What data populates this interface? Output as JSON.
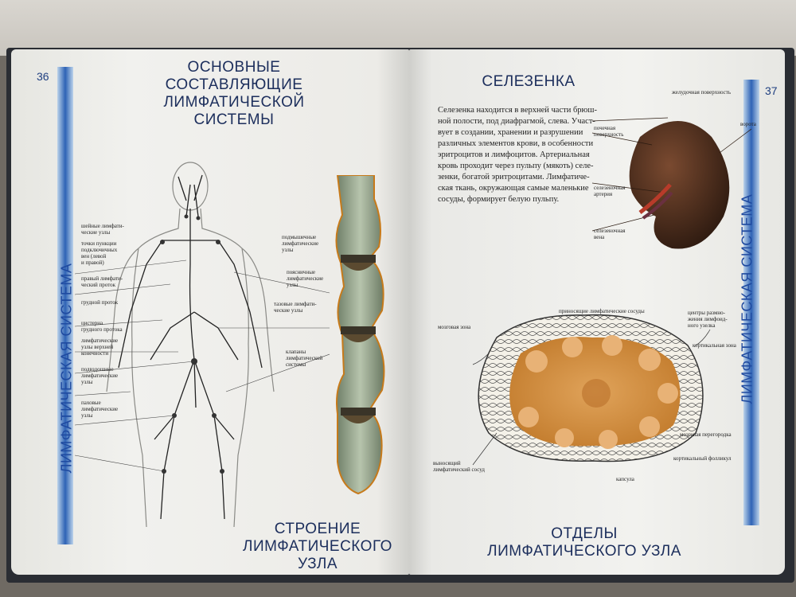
{
  "left_page": {
    "page_number": "36",
    "side_title": "ЛИМФАТИЧЕСКАЯ СИСТЕМА",
    "title_line1": "ОСНОВНЫЕ СОСТАВЛЯЮЩИЕ",
    "title_line2": "ЛИМФАТИЧЕСКОЙ СИСТЕМЫ",
    "figure_left_labels": [
      "шейные лимфати-",
      "ческие узлы",
      "точки пункции",
      "подключичных",
      "вен (левой",
      "и правой)",
      "правый лимфати-",
      "ческий проток",
      "грудной проток",
      "цистерна",
      "грудного протока",
      "лимфатические",
      "узлы верхней",
      "конечности",
      "подвздошные",
      "лимфатические",
      "узлы",
      "паховые",
      "лимфатические",
      "узлы"
    ],
    "figure_right_labels": [
      "подмышечные",
      "лимфатические",
      "узлы",
      "поясничные",
      "лимфатические",
      "узлы",
      "тазовые лимфати-",
      "ческие узлы",
      "клапаны",
      "лимфатической",
      "системы"
    ],
    "bottom_title_line1": "СТРОЕНИЕ",
    "bottom_title_line2": "ЛИМФАТИЧЕСКОГО УЗЛА"
  },
  "right_page": {
    "page_number": "37",
    "side_title": "ЛИМФАТИЧЕСКАЯ СИСТЕМА",
    "title": "СЕЛЕЗЕНКА",
    "body_lines": [
      "Селезенка находится в верхней части брюш-",
      "ной полости, под диафрагмой, слева. Участ-",
      "вует в создании, хранении и разрушении",
      "различных элементов крови, в особенности",
      "эритроцитов и лимфоцитов. Артериальная",
      "кровь проходит через пульпу (мякоть) селе-",
      "зенки, богатой эритроцитами. Лимфатиче-",
      "ская ткань, окружающая самые маленькие",
      "сосуды, формирует белую пульпу."
    ],
    "spleen_labels": {
      "gastric_surface": "желудочная поверхность",
      "renal_surface_1": "почечная",
      "renal_surface_2": "поверхность",
      "hilum": "ворота",
      "artery_1": "селезеночная",
      "artery_2": "артерия",
      "vein_1": "селезеночная",
      "vein_2": "вена"
    },
    "node_labels": {
      "afferent": "приносящие лимфатические сосуды",
      "centers_1": "центры размно-",
      "centers_2": "жения лимфоид-",
      "centers_3": "ного узелка",
      "medulla": "мозговая зона",
      "cortex": "кортикальная зона",
      "septa": "мозговая перегородка",
      "follicle": "кортикальный фолликул",
      "efferent_1": "выносящий",
      "efferent_2": "лимфатический сосуд",
      "capsule": "капсула"
    },
    "bottom_title": "ОТДЕЛЫ ЛИМФАТИЧЕСКОГО УЗЛА"
  },
  "colors": {
    "side_bar": "#2e63b5",
    "title_text": "#1c2e5c",
    "spleen": "#4a2a1c",
    "node_fill": "#d2913f",
    "vessel_green": "#9eae92"
  }
}
